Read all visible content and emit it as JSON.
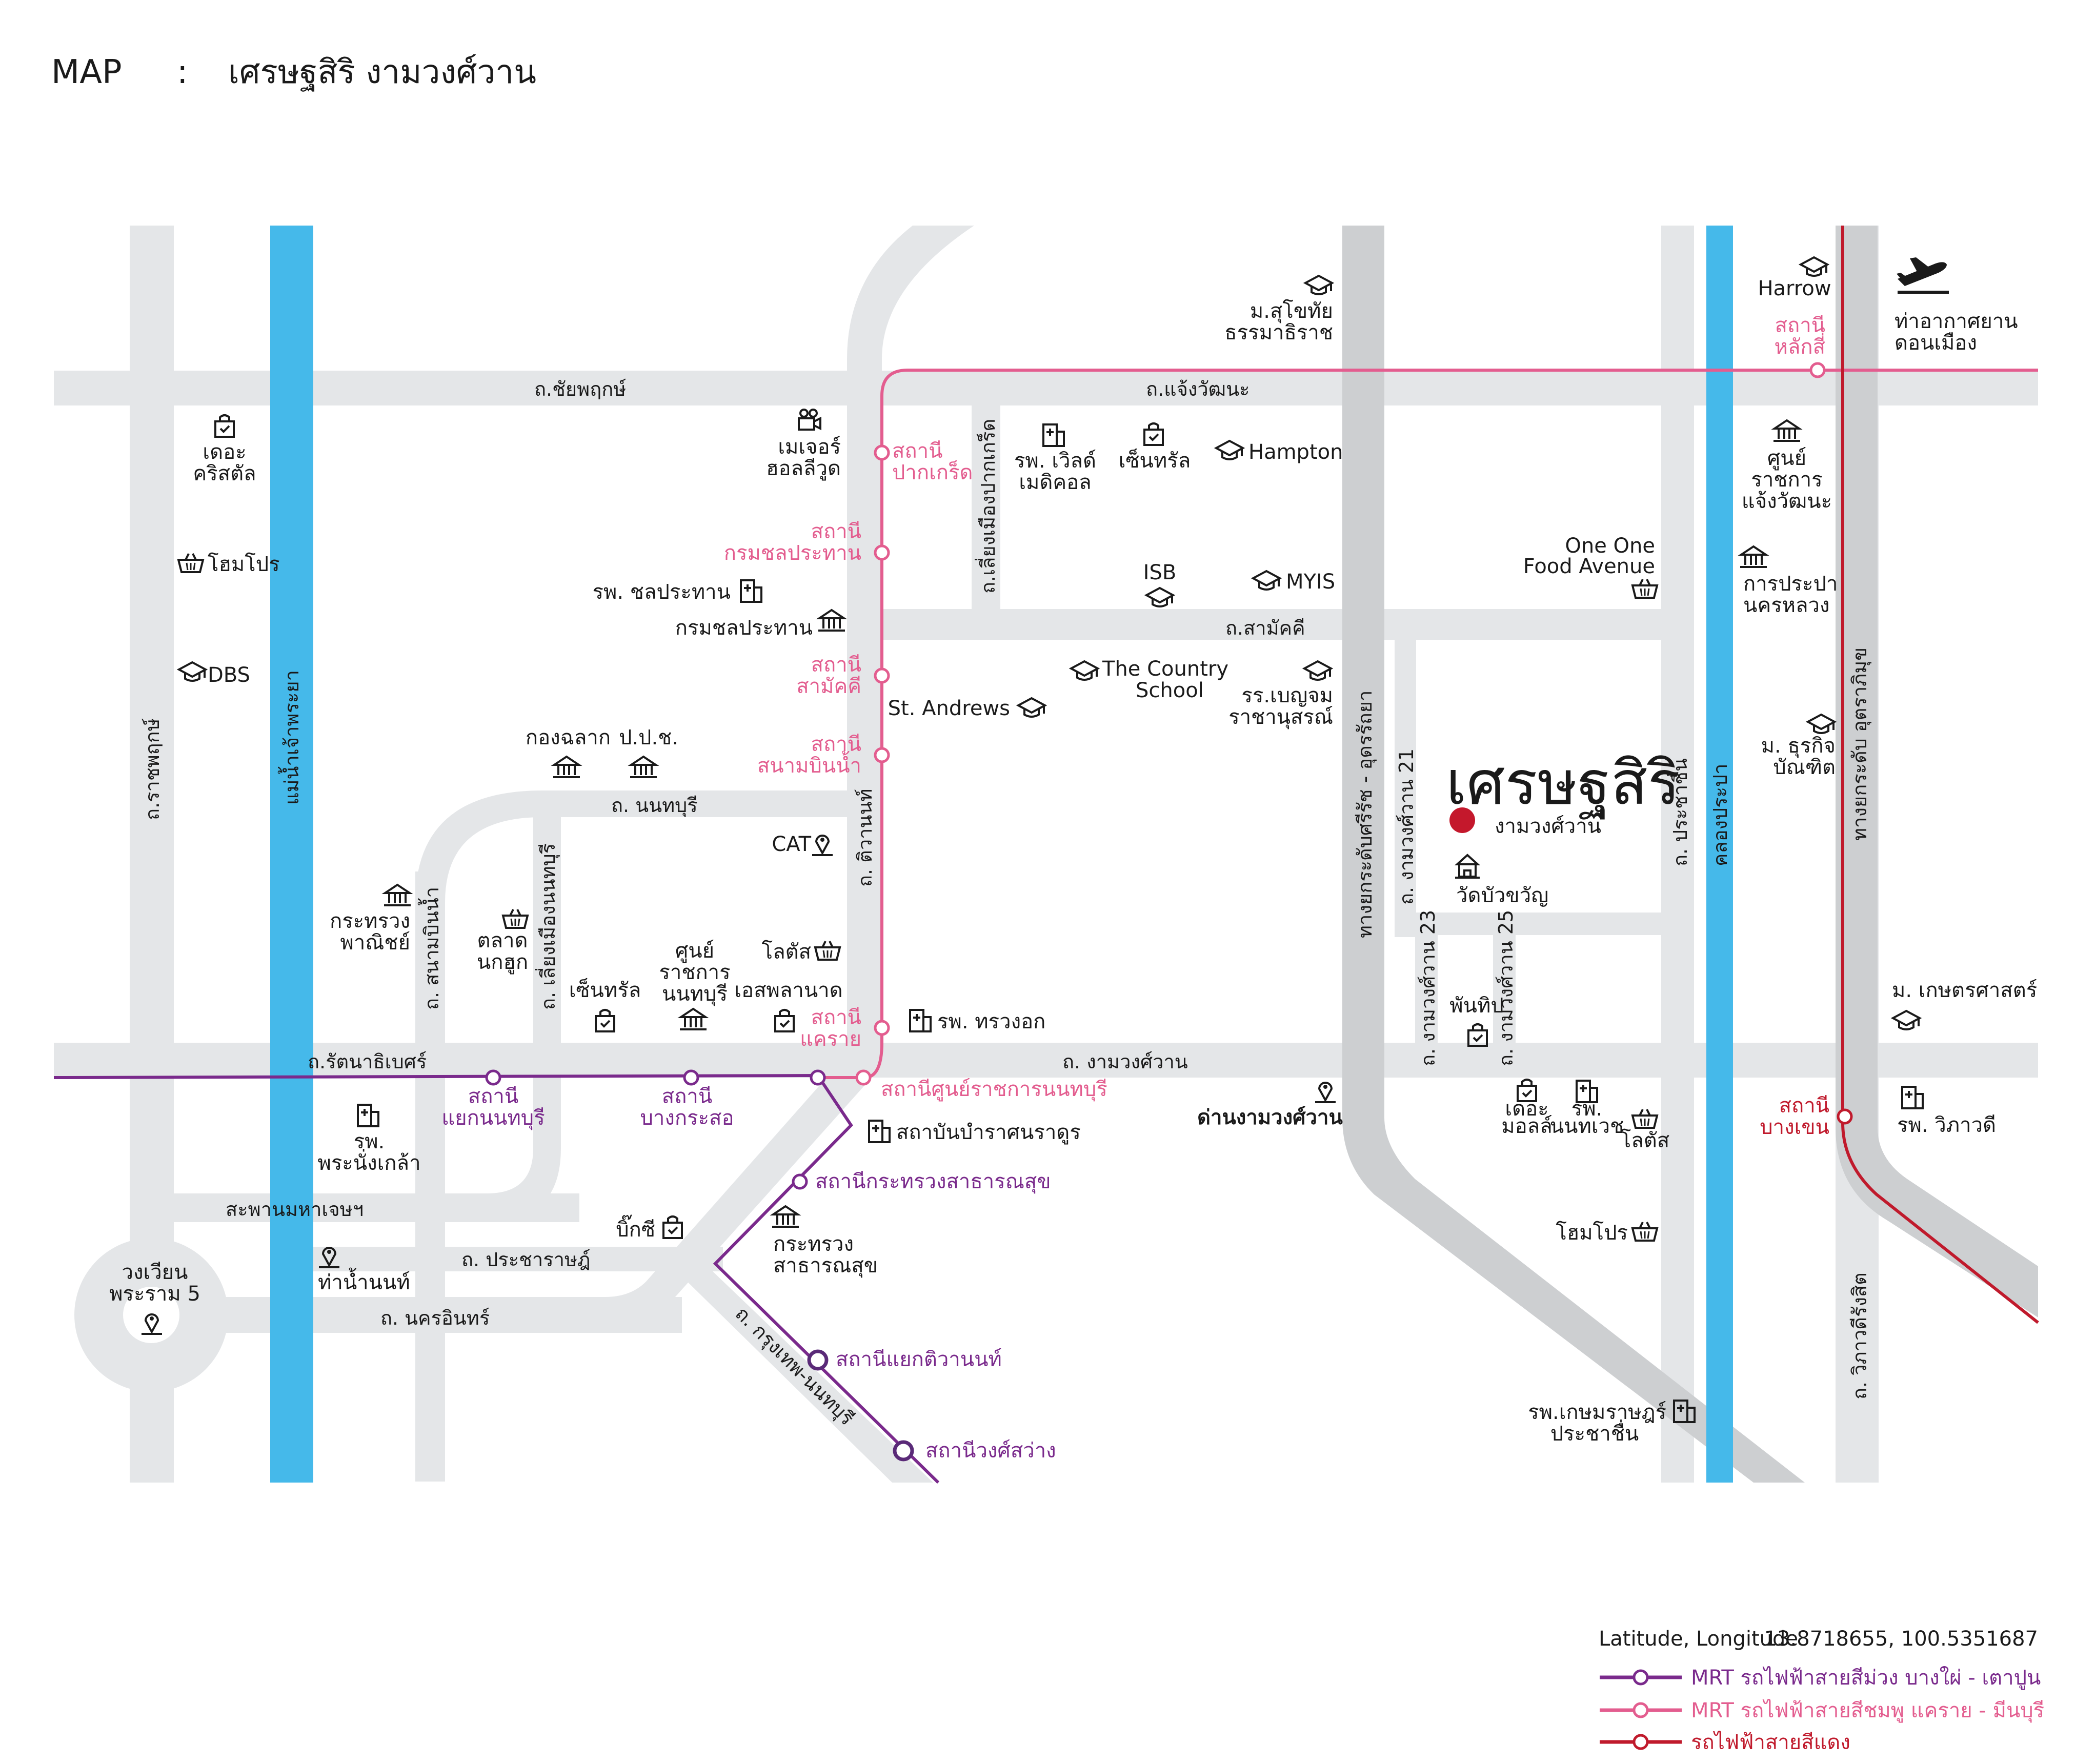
{
  "header": {
    "label": "MAP",
    "separator": ":",
    "project_name": "เศรษฐสิริ งามวงศ์วาน"
  },
  "colors": {
    "road": "#e4e6e8",
    "highway": "#cdcfd1",
    "water": "#45b9ea",
    "mrt_purple": "#7a2a8c",
    "mrt_pink": "#e35d8f",
    "srt_red": "#c01a2c",
    "project_dot": "#c4182c"
  },
  "roads": {
    "chaiyaphruek": "ถ.ชัยพฤกษ์",
    "chaengwattana": "ถ.แจ้งวัฒนะ",
    "samakkhi": "ถ.สามัคคี",
    "nonthaburi": "ถ. นนทบุรี",
    "tiwanon": "ถ. ติวานนท์",
    "rattanathibet": "ถ.รัตนาธิเบศร์",
    "ngamwongwan": "ถ. งามวงศ์วาน",
    "ratchaphruek": "ถ.ราชพฤกษ์",
    "sanambinnam": "ถ. สนามบินน้ำ",
    "liang_mueang_nonthaburi": "ถ. เลี่ยงเมืองนนทบุรี",
    "liang_mueang_pakkret": "ถ.เลี่ยงเมืองปากเกร็ด",
    "pracharat": "ถ. ประชาราษฎ์",
    "nakhon_in": "ถ. นครอินทร์",
    "krungthep_nonthaburi": "ถ. กรุงเทพ-นนทบุรี",
    "prachachuen": "ถ. ประชาชื่น",
    "ngamwongwan_21": "ถ. งามวงศ์วาน 21",
    "ngamwongwan_23": "ถ. งามวงศ์วาน 23",
    "ngamwongwan_25": "ถ. งามวงศ์วาน 25",
    "vibhavadi": "ถ. วิภาวดีรังสิต",
    "maha_chesadabodin_bridge": "สะพานมหาเจษฯ",
    "expressway_sirat": "ทางยกระดับศรีรัช - อุดรรัถยา",
    "tollway_uttaraphimuk": "ทางยกระดับ อุตราภิมุข",
    "ngamwongwan_tollgate": "ด่านงามวงศ์วาน"
  },
  "water": {
    "chao_phraya": "แม่น้ำเจ้าพระยา",
    "prapa_canal": "คลองประปา"
  },
  "stations": {
    "pakkret": [
      "สถานี",
      "ปากเกร็ด"
    ],
    "chonprathan": [
      "สถานี",
      "กรมชลประทาน"
    ],
    "samakkhi": [
      "สถานี",
      "สามัคคี"
    ],
    "sanambinnam": [
      "สถานี",
      "สนามบินน้ำ"
    ],
    "khae_rai": [
      "สถานี",
      "แคราย"
    ],
    "government_center": "สถานีศูนย์ราชการนนทบุรี",
    "yaek_nonthaburi": [
      "สถานี",
      "แยกนนทบุรี"
    ],
    "bang_kraso": [
      "สถานี",
      "บางกระสอ"
    ],
    "ministry_health": "สถานีกระทรวงสาธารณสุข",
    "yaek_tiwanon": "สถานีแยกติวานนท์",
    "wong_sawang": "สถานีวงศ์สว่าง",
    "lak_si": [
      "สถานี",
      "หลักสี่"
    ],
    "bang_khen": [
      "สถานี",
      "บางเขน"
    ]
  },
  "places": {
    "harrow": "Harrow",
    "don_mueang": [
      "ท่าอากาศยาน",
      "ดอนเมือง"
    ],
    "stou": [
      "ม.สุโขทัย",
      "ธรรมาธิราช"
    ],
    "crystal": [
      "เดอะ",
      "คริสตัล"
    ],
    "homepro_1": "โฮมโปร",
    "dbs": "DBS",
    "major": [
      "เมเจอร์",
      "ฮอลลีวูด"
    ],
    "world_medical": [
      "รพ. เวิลด์",
      "เมดิคอล"
    ],
    "central_1": "เซ็นทรัล",
    "hampton": "Hampton",
    "gov_center_chaeng": [
      "ศูนย์",
      "ราชการ",
      "แจ้งวัฒนะ"
    ],
    "one_one": [
      "One One",
      "Food Avenue"
    ],
    "mwa": [
      "การประปา",
      "นครหลวง"
    ],
    "chonprathan_hosp": "รพ. ชลประทาน",
    "rid": "กรมชลประทาน",
    "isb": "ISB",
    "myis": "MYIS",
    "country_school": [
      "The Country",
      "School"
    ],
    "benjama": [
      "รร.เบญจม",
      "ราชานุสรณ์"
    ],
    "st_andrews": "St. Andrews",
    "bu": [
      "ม. ธุรกิจ",
      "บัณฑิต"
    ],
    "kongsalak": "กองฉลาก",
    "ppc": "ป.ป.ช.",
    "cat": "CAT",
    "commerce": [
      "กระทรวง",
      "พาณิชย์"
    ],
    "nok_hook": [
      "ตลาด",
      "นกฮูก"
    ],
    "central_2": "เซ็นทรัล",
    "gov_center_nont": [
      "ศูนย์",
      "ราชการ",
      "นนทบุรี"
    ],
    "lotus_1": "โลตัส",
    "esplanade": "เอสพลานาด",
    "wat_buakwan": "วัดบัวขวัญ",
    "phanthip": "พันทิป",
    "songkhanor": "รพ. ทรวงอก",
    "ku": "ม. เกษตรศาสตร์",
    "phranangklao": [
      "รพ.",
      "พระนั่งเกล้า"
    ],
    "thanyarak": "สถาบันบำราศนราดูร",
    "the_mall": [
      "เดอะ",
      "มอลล์"
    ],
    "nonthavej": [
      "รพ.",
      "นนทเวช"
    ],
    "lotus_2": "โลตัส",
    "vibhavadi_hosp": "รพ. วิภาวดี",
    "big_c": "บิ๊กซี",
    "moph": [
      "กระทรวง",
      "สาธารณสุข"
    ],
    "tha_nam_nont": "ท่าน้ำนนท์",
    "rama5_circle": [
      "วงเวียน",
      "พระราม 5"
    ],
    "homepro_2": "โฮมโปร",
    "kasemrad": [
      "รพ.เกษมราษฎร์",
      "ประชาชื่น"
    ]
  },
  "project": {
    "name": "เศรษฐสิริ",
    "subtitle": "งามวงศ์วาน"
  },
  "coordinates": {
    "label": "Latitude, Longitude",
    "value": "13.8718655,  100.5351687"
  },
  "legend": [
    {
      "text": "MRT รถไฟฟ้าสายสีม่วง บางใผ่ - เตาปูน",
      "color": "#7a2a8c"
    },
    {
      "text": "MRT รถไฟฟ้าสายสีชมพู แคราย - มีนบุรี",
      "color": "#e35d8f"
    },
    {
      "text": "รถไฟฟ้าสายสีแดง",
      "color": "#c01a2c"
    }
  ],
  "icons": [
    "school-icon",
    "shopping-icon",
    "hospital-icon",
    "government-icon",
    "market-icon",
    "cinema-icon",
    "landmark-icon",
    "temple-icon",
    "airplane-icon"
  ]
}
